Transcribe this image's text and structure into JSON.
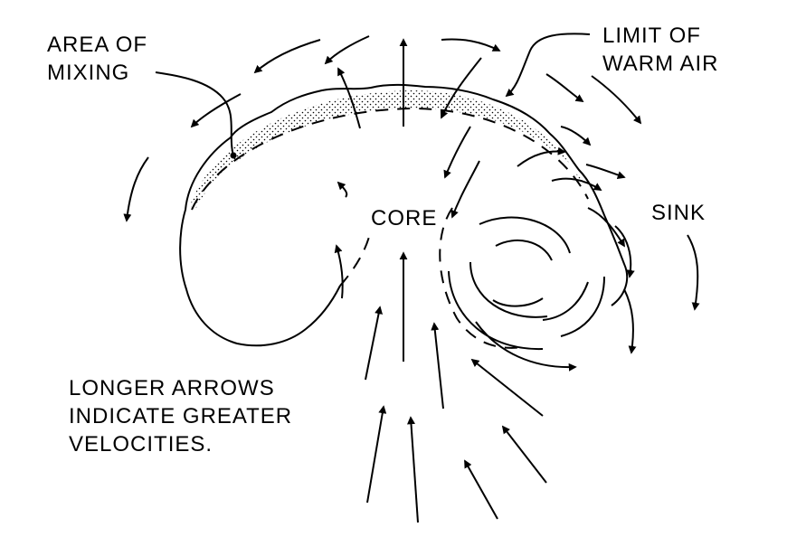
{
  "labels": {
    "area_of_mixing": [
      "AREA OF",
      "MIXING"
    ],
    "limit_of_warm_air": [
      "LIMIT OF",
      "WARM AIR"
    ],
    "core": "CORE",
    "sink": "SINK",
    "note": [
      "LONGER ARROWS",
      "INDICATE GREATER",
      "VELOCITIES."
    ]
  },
  "colors": {
    "ink": "#000000",
    "background": "#ffffff"
  }
}
